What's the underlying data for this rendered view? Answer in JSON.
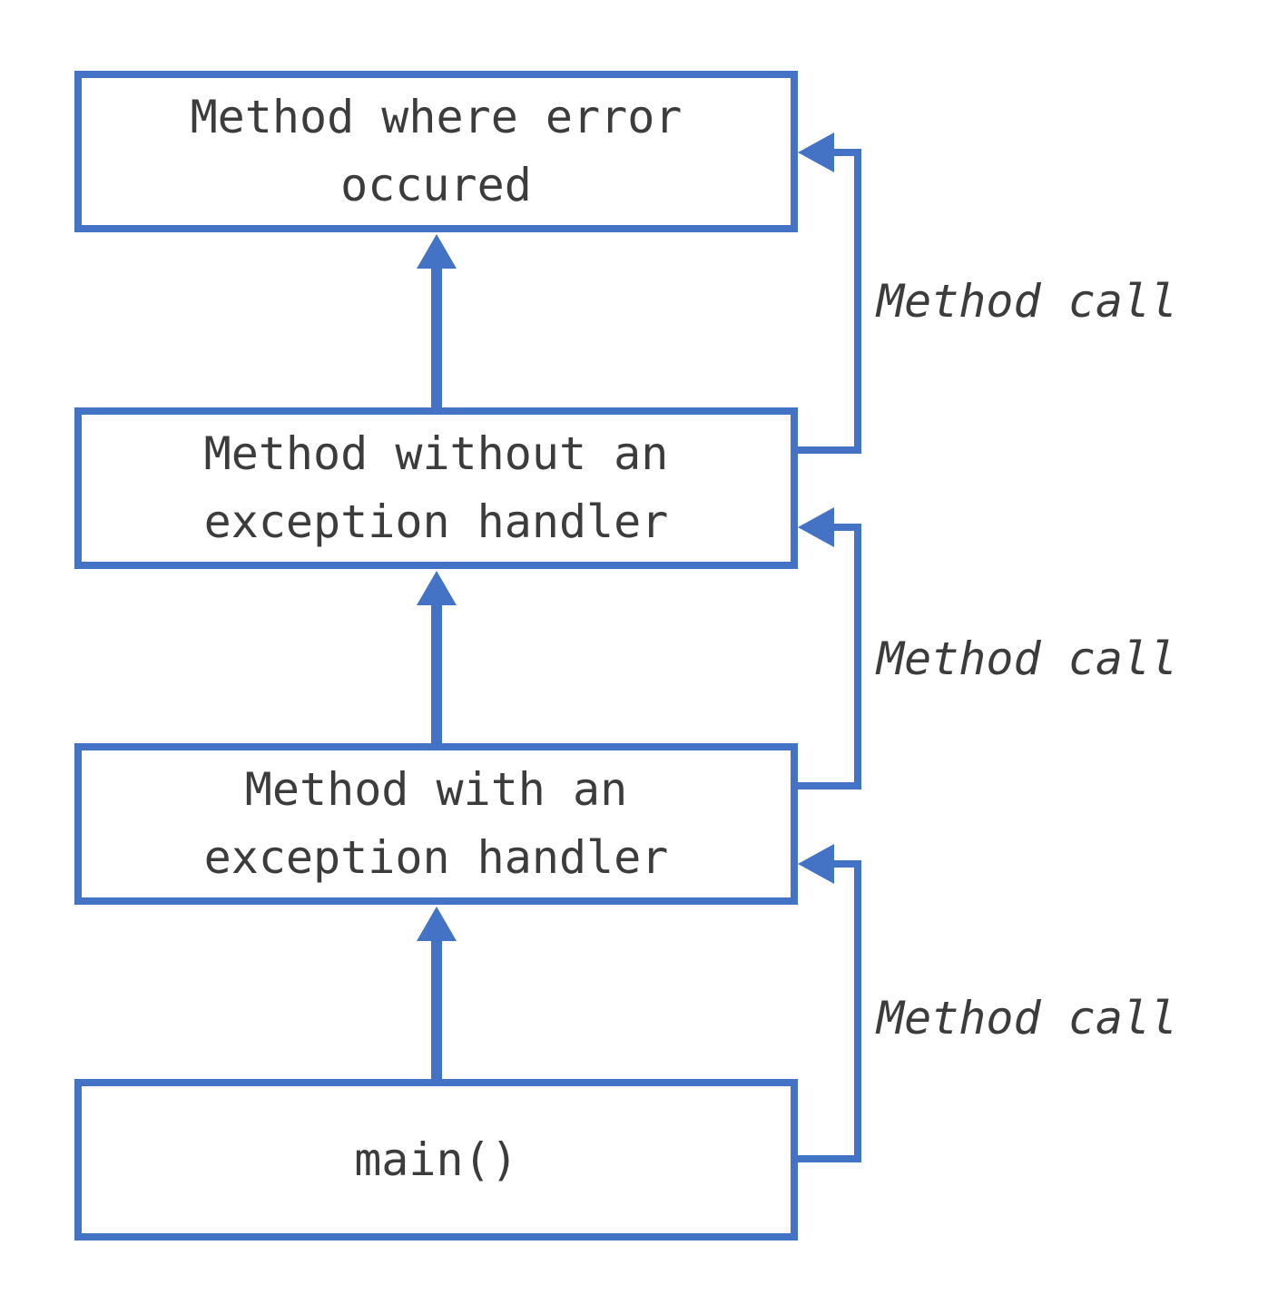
{
  "colors": {
    "line": "#4472C4",
    "text": "#3C3C3C",
    "background": "#FFFFFF"
  },
  "boxes": [
    {
      "id": "method-where-error-occured",
      "label": "Method where error\noccured"
    },
    {
      "id": "method-without-exception-handler",
      "label": "Method without an\nexception handler"
    },
    {
      "id": "method-with-exception-handler",
      "label": "Method with an\nexception handler"
    },
    {
      "id": "main",
      "label": "main()"
    }
  ],
  "connectors": [
    {
      "label": "Method call"
    },
    {
      "label": "Method call"
    },
    {
      "label": "Method call"
    }
  ]
}
